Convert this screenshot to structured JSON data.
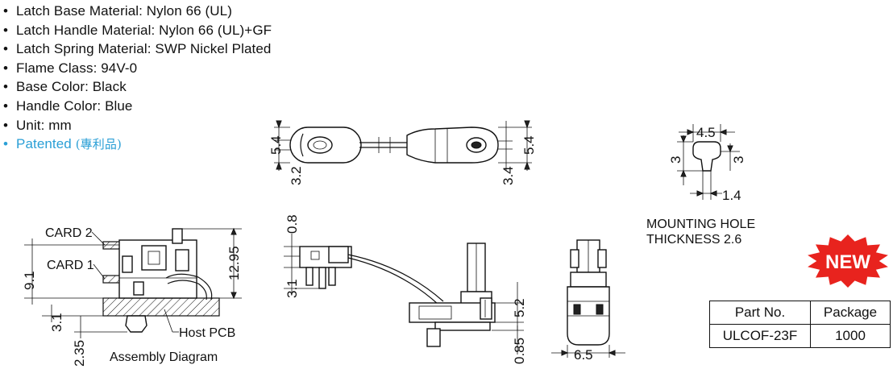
{
  "specs": [
    {
      "text": "Latch Base Material: Nylon 66 (UL)",
      "highlight": false
    },
    {
      "text": "Latch Handle Material: Nylon 66 (UL)+GF",
      "highlight": false
    },
    {
      "text": "Latch Spring Material: SWP Nickel Plated",
      "highlight": false
    },
    {
      "text": "Flame Class: 94V-0",
      "highlight": false
    },
    {
      "text": "Base Color: Black",
      "highlight": false
    },
    {
      "text": "Handle Color: Blue",
      "highlight": false
    },
    {
      "text": "Unit: mm",
      "highlight": false
    },
    {
      "text": "Patented",
      "cjk": "(專利品)",
      "highlight": true
    }
  ],
  "bullet": "•",
  "highlight_color": "#2a9fd6",
  "top_view": {
    "dims": [
      "5.4",
      "3.2",
      "5.4",
      "3.4"
    ]
  },
  "mounting_hole": {
    "dims": [
      "4.5",
      "3",
      "3",
      "1.4"
    ],
    "caption_line1": "MOUNTING HOLE",
    "caption_line2": "THICKNESS 2.6"
  },
  "assembly": {
    "card2": "CARD 2",
    "card1": "CARD 1",
    "host_pcb": "Host PCB",
    "caption": "Assembly Diagram",
    "dims": [
      "9.1",
      "12.95",
      "3.1",
      "2.35"
    ]
  },
  "side_view": {
    "dims": [
      "0.8",
      "3.1",
      "5.2",
      "0.85"
    ]
  },
  "end_view": {
    "dims": [
      "6.5"
    ]
  },
  "badge": {
    "text": "NEW",
    "color": "#e8231e"
  },
  "table": {
    "headers": [
      "Part No.",
      "Package"
    ],
    "rows": [
      [
        "ULCOF-23F",
        "1000"
      ]
    ]
  }
}
